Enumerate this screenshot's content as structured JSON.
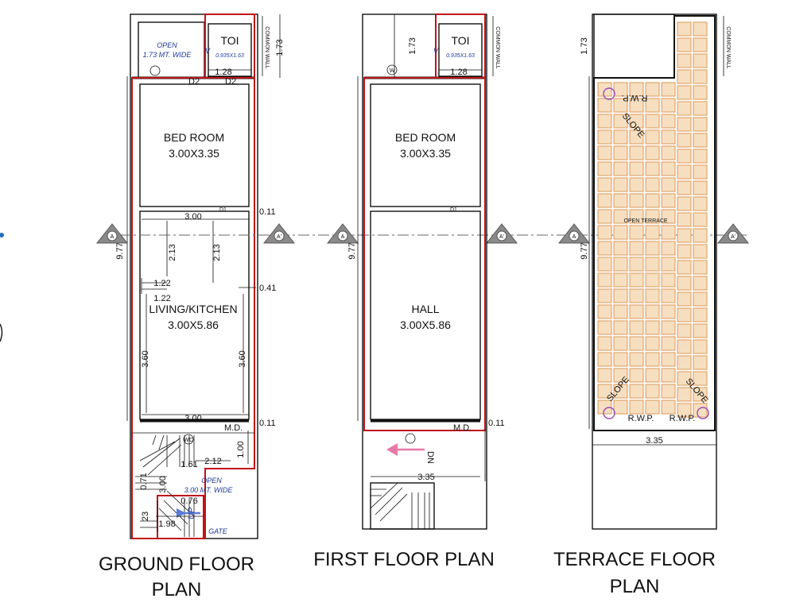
{
  "plans": {
    "ground": {
      "title_line1": "GROUND FLOOR",
      "title_line2": "PLAN",
      "toilet": {
        "name": "TOI",
        "size": "0.935X1.63"
      },
      "open_top": {
        "line1": "OPEN",
        "line2": "1.73 MT. WIDE"
      },
      "bedroom": {
        "name": "BED ROOM",
        "size": "3.00X3.35"
      },
      "living": {
        "name": "LIVING/KITCHEN",
        "size": "3.00X5.86"
      },
      "open_bottom": {
        "line1": "OPEN",
        "line2": "3.00 MT. WIDE"
      },
      "gate": "GATE",
      "up": "UP",
      "dims": {
        "top_height": "1.73",
        "toi_width": "1.28",
        "overall": "9.77",
        "w300_a": "3.00",
        "h213_a": "2.13",
        "h213_b": "2.13",
        "w122_a": "1.22",
        "w122_b": "1.22",
        "w041": "0.41",
        "h360_a": "3.60",
        "h360_b": "3.60",
        "w300_b": "3.00",
        "w011_a": "0.11",
        "w011_b": "0.11",
        "w212": "2.12",
        "h100": "1.00",
        "w161": "1.61",
        "w071": "0.71",
        "h300": "3.00",
        "w076": "0.76",
        "w198": "1.98",
        "w23": "23"
      },
      "labels": {
        "d2_a": "D2",
        "d2_b": "D2",
        "d1": "D1",
        "md": "M.D.",
        "wm": "WC",
        "v": "V",
        "common_wall": "COMMON WALL"
      }
    },
    "first": {
      "title": "FIRST FLOOR PLAN",
      "toilet": {
        "name": "TOI",
        "size": "0.935X1.63"
      },
      "bedroom": {
        "name": "BED ROOM",
        "size": "3.00X3.35"
      },
      "hall": {
        "name": "HALL",
        "size": "3.00X5.86"
      },
      "dn": "DN",
      "dims": {
        "top_height": "1.73",
        "toi_width": "1.28",
        "overall": "9.77",
        "bottom_width": "3.35",
        "w011": "0.11"
      },
      "labels": {
        "d1": "D1",
        "md": "M.D.",
        "w": "W",
        "v": "V",
        "common_wall": "COMMON WALL"
      }
    },
    "terrace": {
      "title_line1": "TERRACE FLOOR",
      "title_line2": "PLAN",
      "open_terrace": "OPEN TERRACE",
      "rwp_tl": "R.W.P.",
      "slope_tl": "SLOPE",
      "slope_bl": "SLOPE",
      "slope_br": "SLOPE",
      "rwp_bl": "R.W.P.",
      "rwp_br": "R.W.P.",
      "dims": {
        "top_height": "1.73",
        "overall": "9.77",
        "bottom_width": "3.35"
      },
      "labels": {
        "common_wall": "COMMON WALL"
      }
    }
  },
  "section_marks": {
    "a": "A",
    "a_prime": "A'"
  },
  "colors": {
    "red_outline": "#c0141a",
    "tile_fill": "#f6dfc0",
    "tile_line": "#e0a060",
    "blue_text": "#1f3a9a",
    "marker": "#8a8a8a"
  }
}
